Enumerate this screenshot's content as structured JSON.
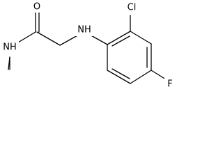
{
  "diagram": {
    "type": "chemical-structure",
    "atoms": {
      "O": "O",
      "NH_amide": "NH",
      "NH_amine": "NH",
      "Cl": "Cl",
      "F": "F"
    },
    "colors": {
      "bond": "#000000",
      "label": "#000000",
      "background": "#ffffff"
    }
  }
}
